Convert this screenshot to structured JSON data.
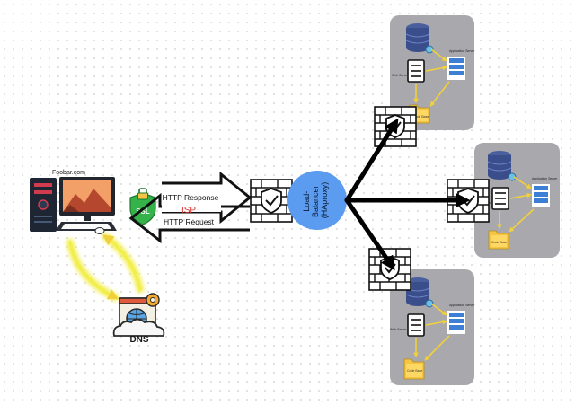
{
  "client": {
    "domain_label": "Foobar.com"
  },
  "ssl": {
    "label": "SSL"
  },
  "connection": {
    "response_label": "HTTP Response",
    "isp_label": "ISP",
    "request_label": "HTTP Request"
  },
  "dns": {
    "label": "DNS"
  },
  "load_balancer": {
    "label_lines": [
      "Load-",
      "Balancer",
      "(HAproxy)"
    ]
  },
  "server_panels": [
    {
      "web_server_label": "Web Server",
      "app_server_label": "Application Server",
      "code_base_label": "Code Base"
    },
    {
      "web_server_label": "Web Server",
      "app_server_label": "Application Server",
      "code_base_label": "Code Base"
    },
    {
      "web_server_label": "Web Server",
      "app_server_label": "Application Server",
      "code_base_label": "Code Base"
    }
  ],
  "colors": {
    "load_balancer_fill": "#5b9cf0",
    "panel_fill": "#a9a9ad",
    "dns_arrow": "#f2ee4a",
    "isp_text": "#e0342f",
    "ssl_badge": "#35b24a",
    "database": "#3b4e8c",
    "app_server": "#3d7fd4",
    "folder": "#f4c542",
    "panel_arrow": "#f2d03a"
  }
}
